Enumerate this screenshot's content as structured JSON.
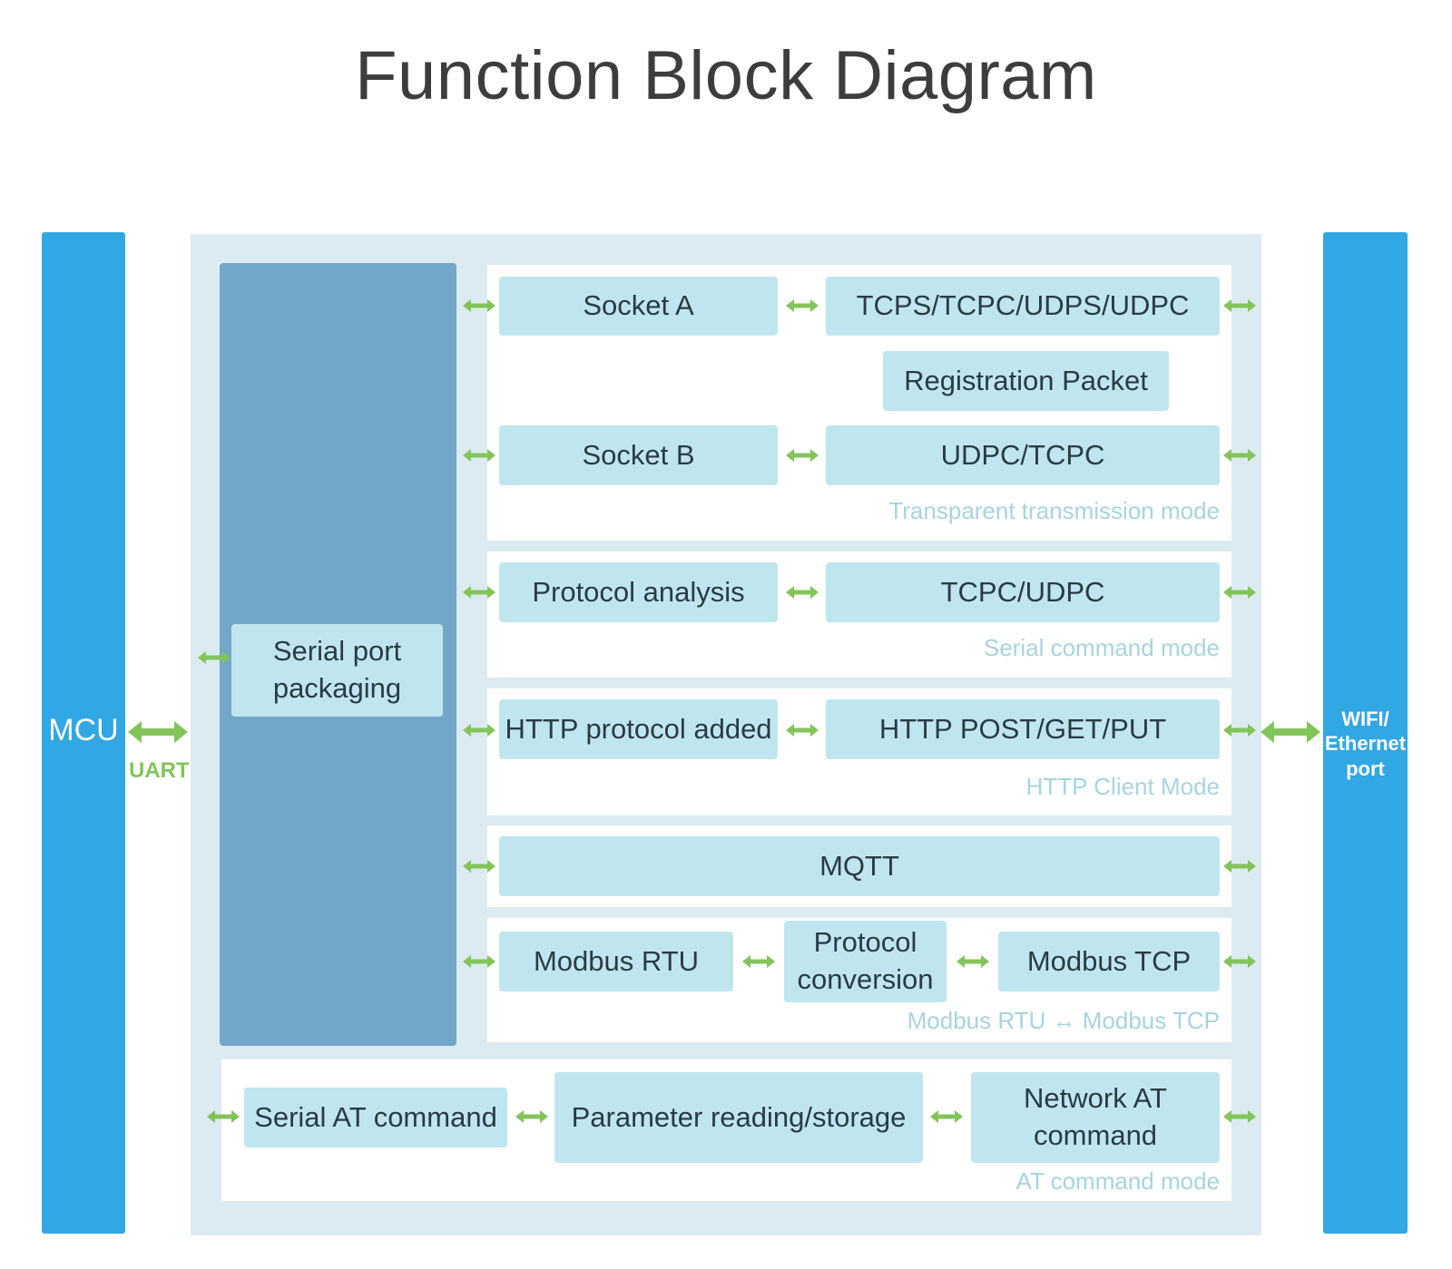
{
  "title": "Function Block Diagram",
  "mcu": {
    "label": "MCU"
  },
  "uart": {
    "label": "UART"
  },
  "port": {
    "label": "WIFI/\nEthernet\nport"
  },
  "serial_packaging": {
    "label": "Serial port\npackaging"
  },
  "transparent": {
    "socket_a": "Socket A",
    "tcps_list": "TCPS/TCPC/UDPS/UDPC",
    "registration": "Registration Packet",
    "socket_b": "Socket B",
    "udpc_tcpc": "UDPC/TCPC",
    "mode": "Transparent transmission mode"
  },
  "serial_command": {
    "protocol_analysis": "Protocol analysis",
    "tcpc_udpc": "TCPC/UDPC",
    "mode": "Serial command mode"
  },
  "http": {
    "protocol_added": "HTTP protocol added",
    "methods": "HTTP POST/GET/PUT",
    "mode": "HTTP Client Mode"
  },
  "mqtt": {
    "label": "MQTT"
  },
  "modbus": {
    "rtu": "Modbus RTU",
    "conversion": "Protocol\nconversion",
    "tcp": "Modbus TCP",
    "mode": "Modbus RTU ↔ Modbus TCP"
  },
  "at": {
    "serial_at": "Serial AT command",
    "param": "Parameter reading/storage",
    "network_at": "Network AT\ncommand",
    "mode": "AT command mode"
  },
  "colors": {
    "bar": "#31a7e4",
    "outer_frame": "#dcebf1",
    "serial_column": "#72a7c9",
    "block": "#bfe6ef",
    "arrow": "#83c45a",
    "mode_text": "#a7d4de"
  }
}
